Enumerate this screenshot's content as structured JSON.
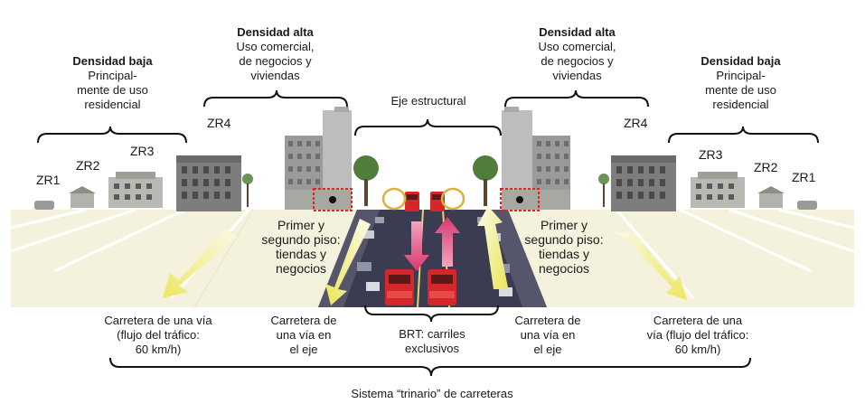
{
  "density": {
    "low_left": {
      "title": "Densidad baja",
      "line1": "Principal-",
      "line2": "mente de uso",
      "line3": "residencial"
    },
    "high_left": {
      "title": "Densidad alta",
      "line1": "Uso comercial,",
      "line2": "de negocios y",
      "line3": "viviendas"
    },
    "high_right": {
      "title": "Densidad alta",
      "line1": "Uso comercial,",
      "line2": "de negocios y",
      "line3": "viviendas"
    },
    "low_right": {
      "title": "Densidad baja",
      "line1": "Principal-",
      "line2": "mente de uso",
      "line3": "residencial"
    }
  },
  "axis_label": "Eje estructural",
  "zones": {
    "zr1": "ZR1",
    "zr2": "ZR2",
    "zr3": "ZR3",
    "zr4": "ZR4"
  },
  "floors": {
    "line1": "Primer y",
    "line2": "segundo piso:",
    "line3": "tiendas y",
    "line4": "negocios"
  },
  "roads": {
    "outer_left": {
      "line1": "Carretera de una vía",
      "line2": "(flujo del tráfico:",
      "line3": "60 km/h)"
    },
    "axis_left": {
      "line1": "Carretera de",
      "line2": "una vía en",
      "line3": "el eje"
    },
    "brt": {
      "line1": "BRT: carriles",
      "line2": "exclusivos"
    },
    "axis_right": {
      "line1": "Carretera de",
      "line2": "una vía en",
      "line3": "el eje"
    },
    "outer_right": {
      "line1": "Carretera de una",
      "line2": "vía (flujo del tráfico:",
      "line3": "60 km/h)"
    }
  },
  "system_label": "Sistema “trinario” de carreteras",
  "colors": {
    "road": "#f4f1dd",
    "road_line": "#ffffff",
    "brt_lane": "#3b3b52",
    "bus": "#d5262b",
    "arrow_yellow": "#eee86a",
    "arrow_pink": "#d9376e",
    "building_gray": "#8d8d8d",
    "highlight_dashed": "#e32222"
  }
}
